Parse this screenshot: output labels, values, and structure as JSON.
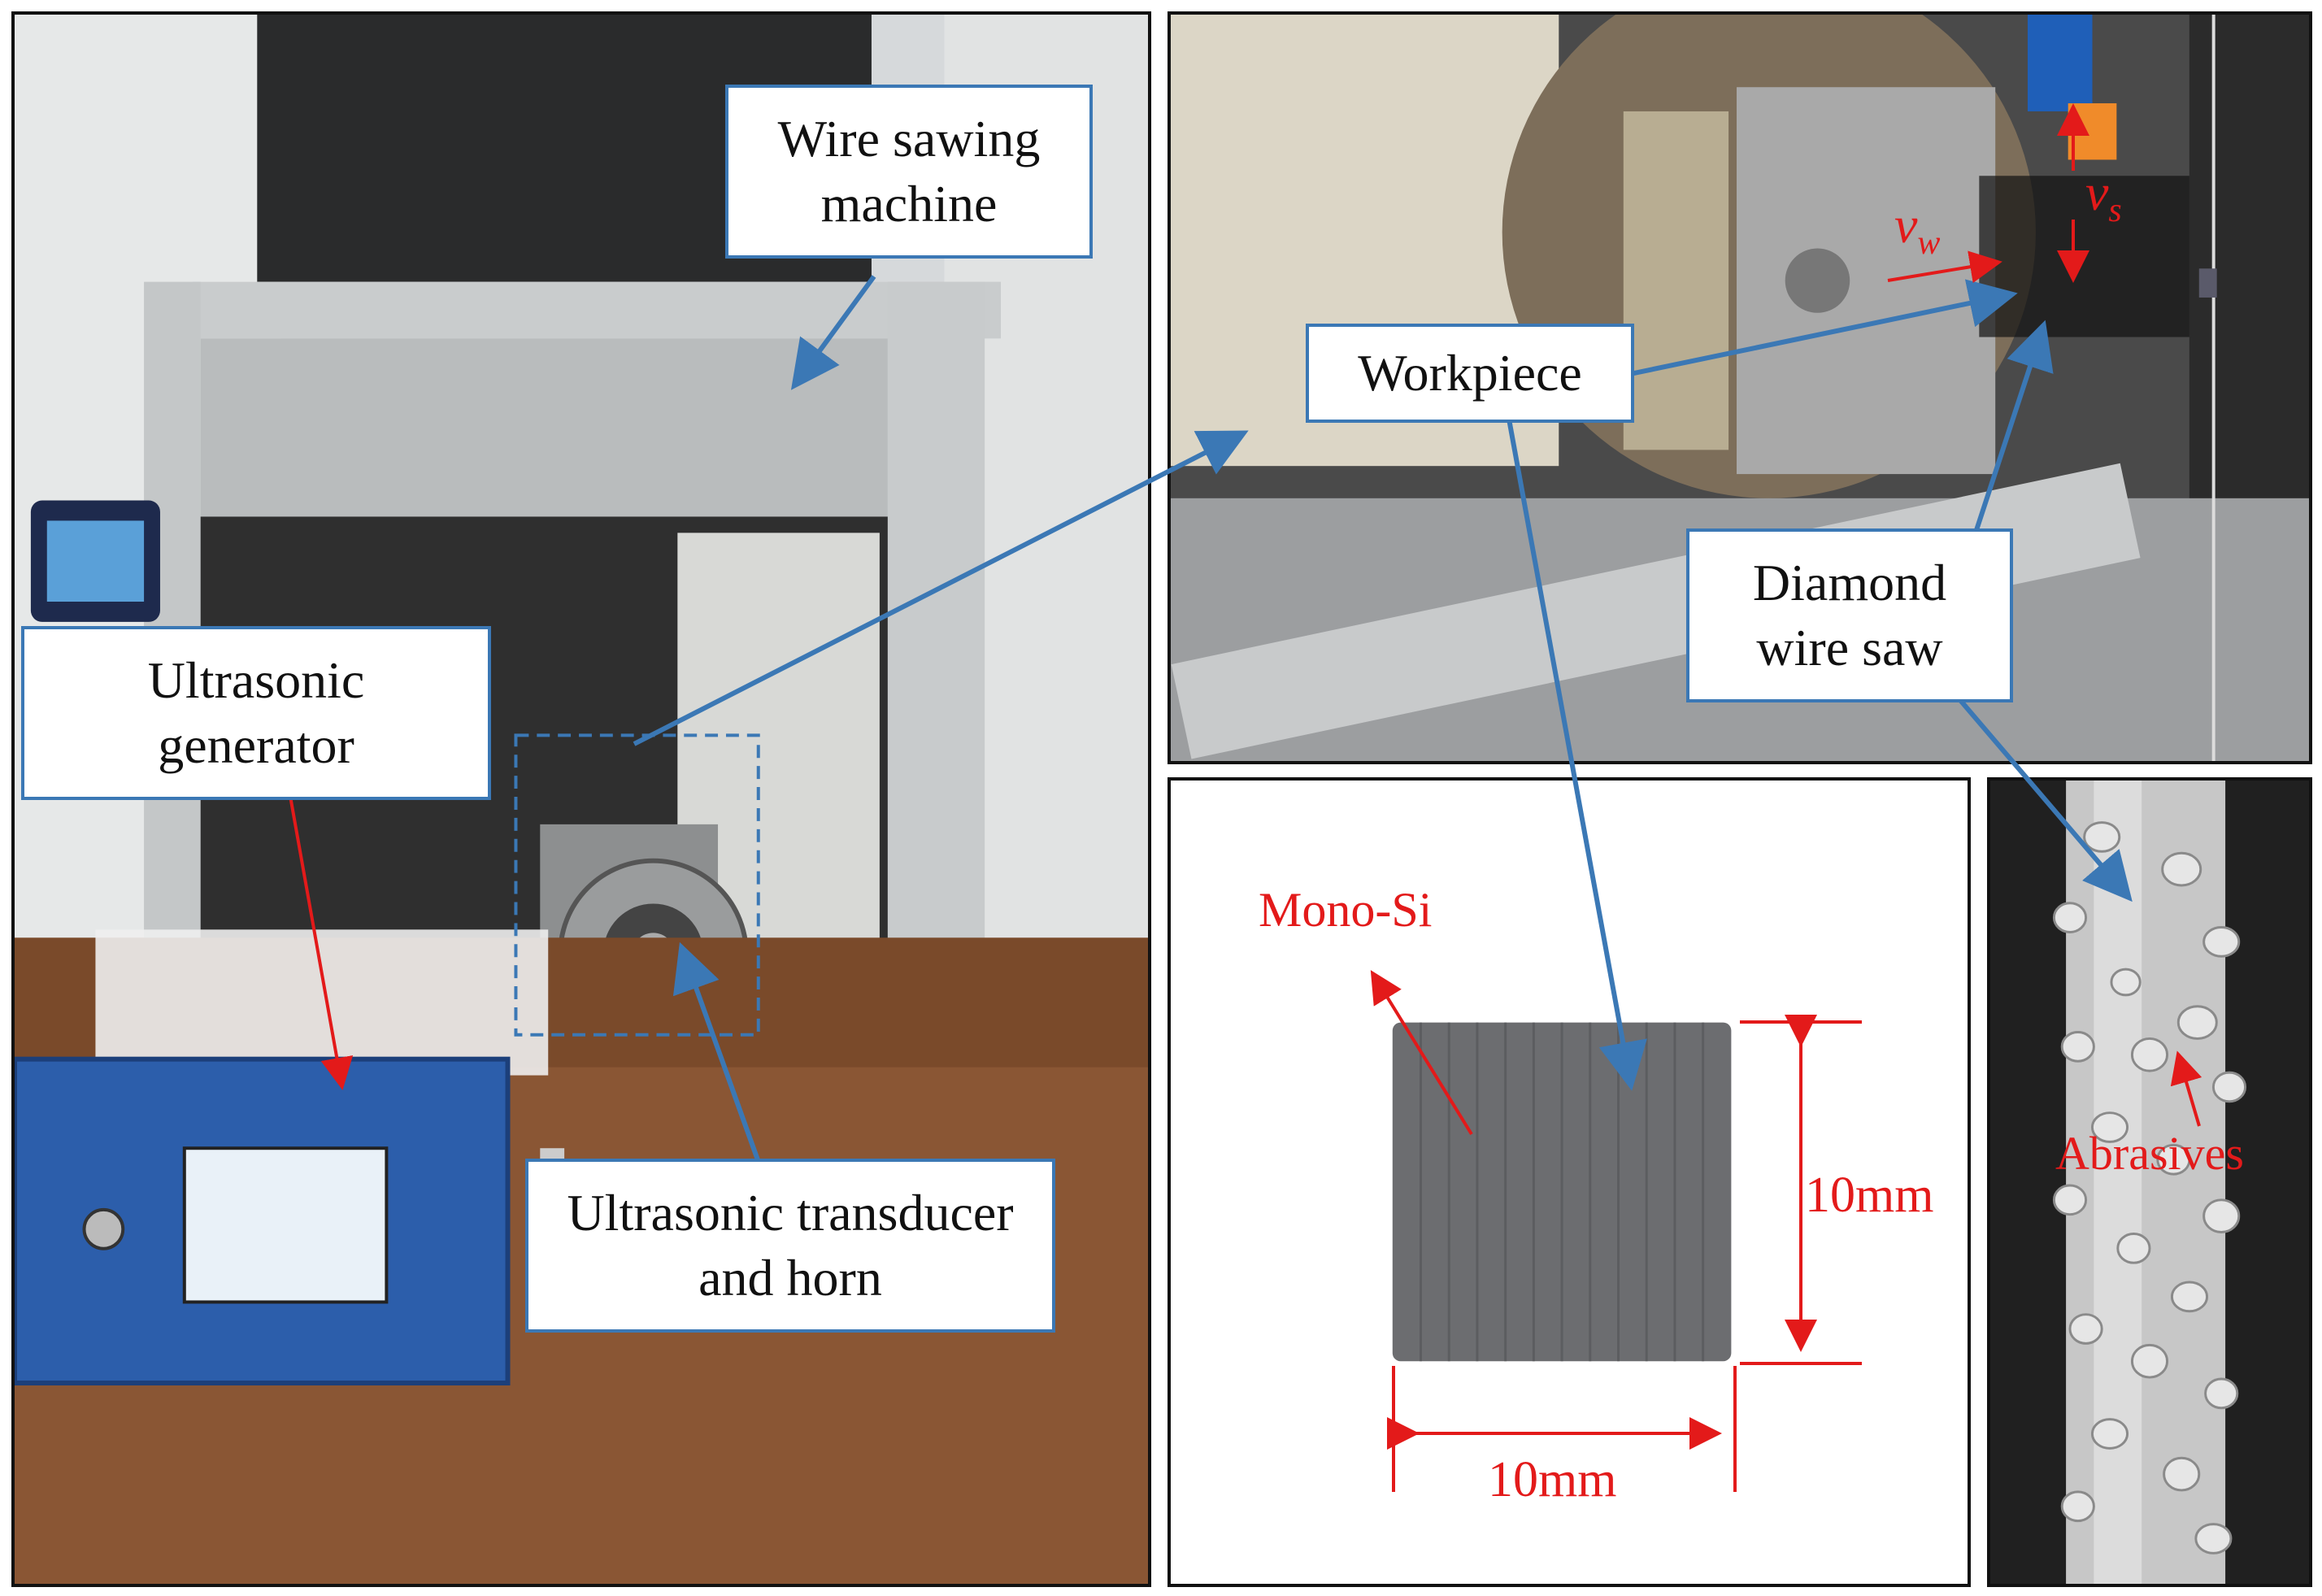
{
  "labels": {
    "wire_sawing_machine": "Wire sawing machine",
    "ultrasonic_generator": "Ultrasonic generator",
    "ultrasonic_transducer": "Ultrasonic transducer and horn",
    "workpiece": "Workpiece",
    "diamond_wire_saw": "Diamond wire saw"
  },
  "annotations": {
    "vw_main": "v",
    "vw_sub": "w",
    "vs_main": "v",
    "vs_sub": "s",
    "mono_si": "Mono-Si",
    "dim_vertical": "10mm",
    "dim_horizontal": "10mm",
    "abrasives": "Abrasives"
  },
  "colors": {
    "label_border": "#3b78b5",
    "arrow_blue": "#3b78b5",
    "annotation_red": "#e31a1a"
  }
}
